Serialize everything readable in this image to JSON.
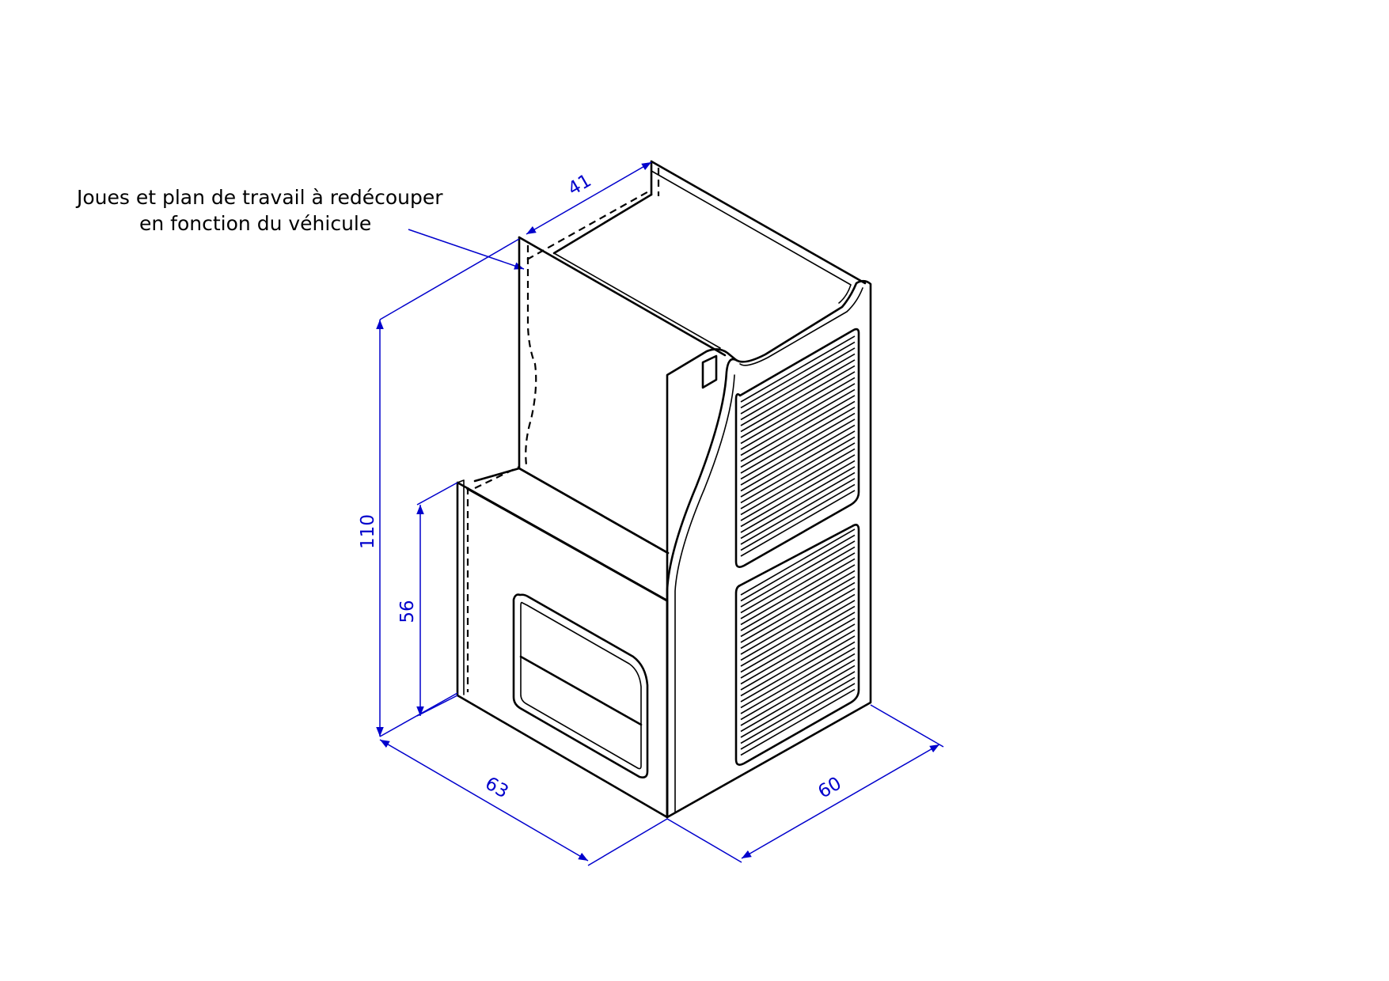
{
  "annotation": {
    "line1": "Joues et plan de travail à redécouper",
    "line2": "en fonction du véhicule"
  },
  "dimensions": {
    "height_total": "110",
    "height_lower": "56",
    "width": "63",
    "depth": "60",
    "top_depth": "41"
  },
  "colors": {
    "dimension": "#0000cc",
    "outline": "#000000"
  }
}
